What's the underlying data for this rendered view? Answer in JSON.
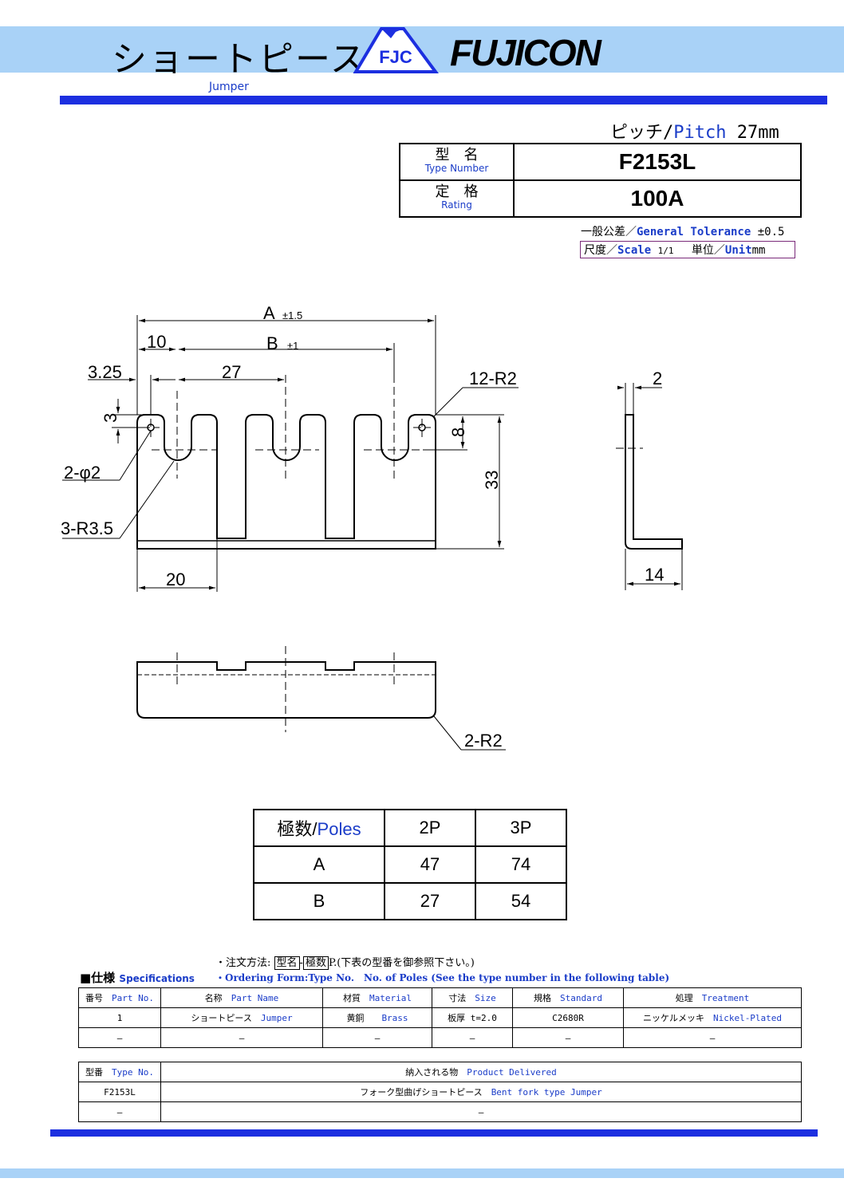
{
  "header": {
    "title": "ショートピース",
    "logo_badge": "FJC",
    "brand": "FUJICON",
    "subtitle": "Jumper"
  },
  "pitch": {
    "jp": "ピッチ/",
    "en": "Pitch",
    "value": " 27mm"
  },
  "spec": {
    "type_label_jp": "型　名",
    "type_label_en": "Type Number",
    "type_value": "F2153L",
    "rating_label_jp": "定　格",
    "rating_label_en": "Rating",
    "rating_value": "100A"
  },
  "tolerance": {
    "jp": "一般公差／",
    "en": "General Tolerance",
    "value": " ±0.5"
  },
  "scale": {
    "jp": "尺度／",
    "en": "Scale",
    "value": "1/1",
    "unit_jp": "　単位／",
    "unit_en": "Unit",
    "unit_value": "mm"
  },
  "drawing": {
    "dim_A": "A",
    "dim_A_tol": "±1.5",
    "dim_B": "B",
    "dim_B_tol": "±1",
    "dim_10": "10",
    "dim_27": "27",
    "dim_325": "3.25",
    "dim_3": "3",
    "dim_8": "8",
    "dim_33": "33",
    "dim_20": "20",
    "dim_2": "2",
    "dim_14": "14",
    "label_12r2": "12-R2",
    "label_2phi2": "2-φ2",
    "label_3r35": "3-R3.5",
    "label_2r2": "2-R2"
  },
  "poles_table": {
    "header": [
      "極数/",
      "Poles",
      "2P",
      "3P"
    ],
    "rows": [
      {
        "label": "A",
        "v2p": "47",
        "v3p": "74"
      },
      {
        "label": "B",
        "v2p": "27",
        "v3p": "54"
      }
    ]
  },
  "ordering": {
    "line1_a": "・注文方法:",
    "line1_box1": "型名",
    "line1_dash": "-",
    "line1_box2": "極数",
    "line1_b": "P.(下表の型番を御参照下さい。)",
    "line2": "・Ordering Form:Type No.　No. of Poles (See the type number in the following table)"
  },
  "specifications": {
    "title_jp": "■仕様",
    "title_en": "Specifications",
    "headers": [
      {
        "jp": "番号",
        "en": "Part No."
      },
      {
        "jp": "名称",
        "en": "Part Name"
      },
      {
        "jp": "材質",
        "en": "Material"
      },
      {
        "jp": "寸法",
        "en": "Size"
      },
      {
        "jp": "規格",
        "en": "Standard"
      },
      {
        "jp": "処理",
        "en": "Treatment"
      }
    ],
    "row1": {
      "no": "1",
      "name_jp": "ショートピース",
      "name_en": "Jumper",
      "mat_jp": "黄銅",
      "mat_en": "Brass",
      "size": "板厚 t=2.0",
      "standard": "C2680R",
      "treat_jp": "ニッケルメッキ",
      "treat_en": "Nickel-Plated"
    },
    "row2": {
      "no": "—",
      "name": "—",
      "mat": "—",
      "size": "—",
      "standard": "—",
      "treat": "—"
    }
  },
  "delivered": {
    "h_type_jp": "型番",
    "h_type_en": "Type No.",
    "h_prod_jp": "納入される物",
    "h_prod_en": "Product Delivered",
    "row1_type": "F2153L",
    "row1_prod_jp": "フォーク型曲げショートピース",
    "row1_prod_en": "Bent fork type Jumper",
    "row2_type": "—",
    "row2_prod": "—"
  }
}
